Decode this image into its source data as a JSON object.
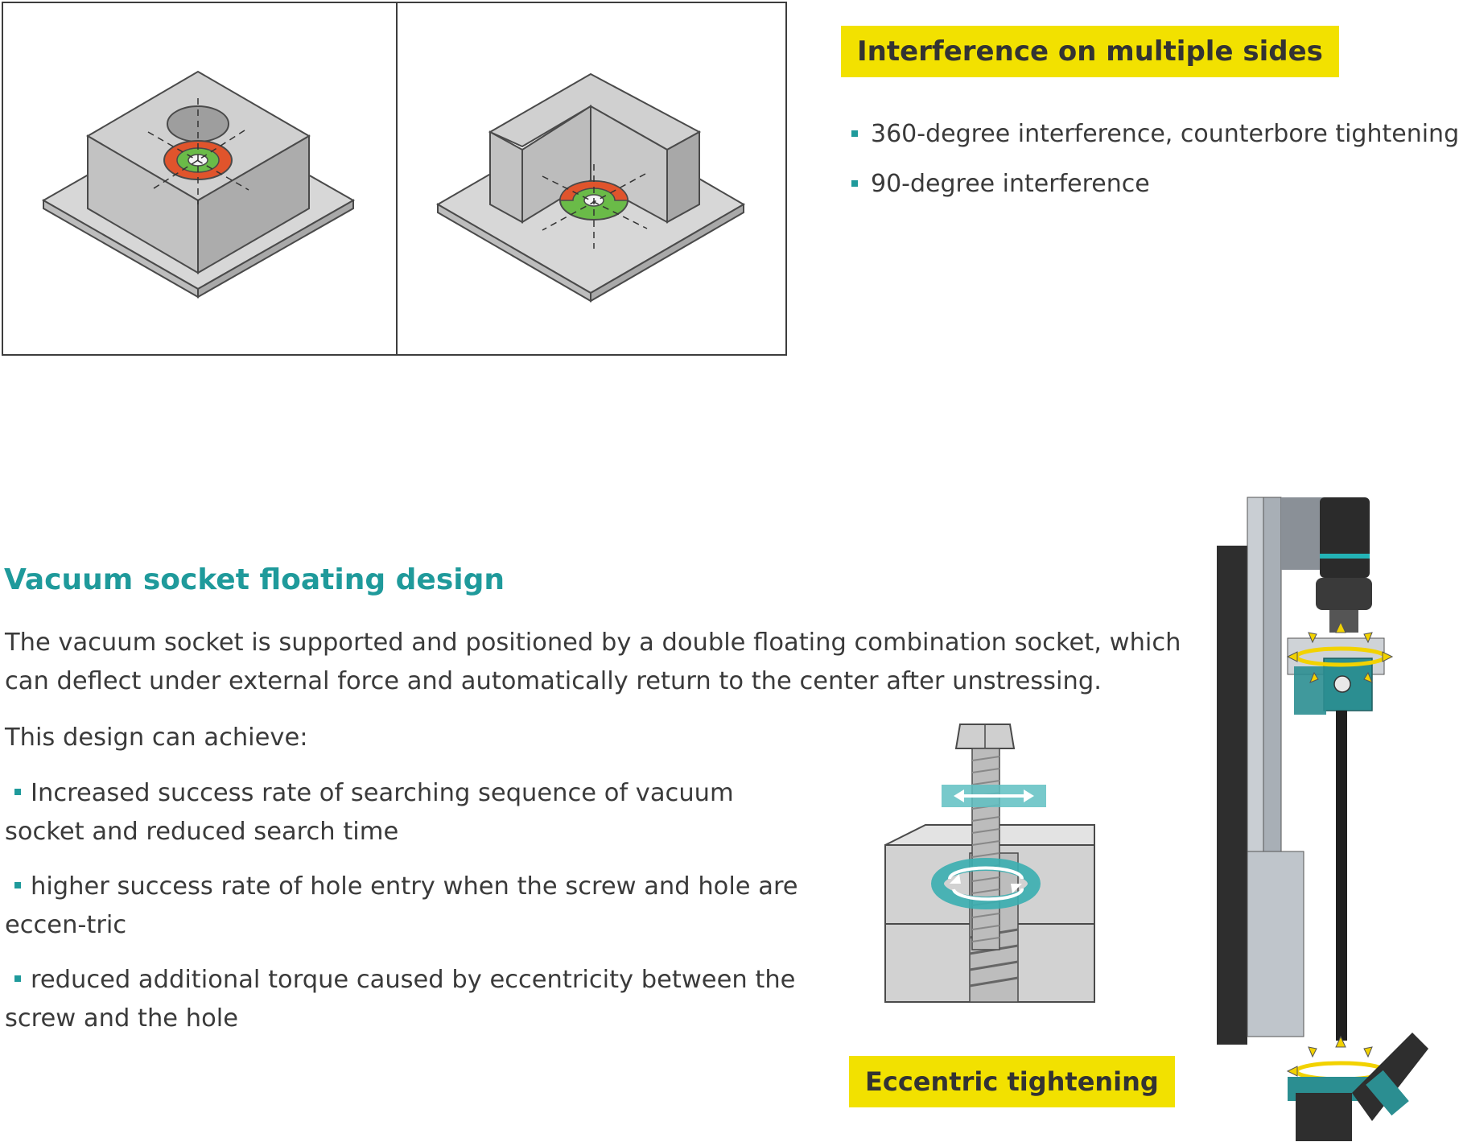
{
  "interference": {
    "heading": "Interference on multiple sides",
    "items": [
      "360-degree interference, counterbore tightening",
      "90-degree interference"
    ]
  },
  "floating": {
    "title": "Vacuum socket floating design",
    "paragraph": "The vacuum socket is supported and positioned by a double floating combination socket, which can deflect under external force and automatically return to the center after unstressing.",
    "intro": "This design can achieve:",
    "items": [
      "Increased success rate of searching sequence of vacuum socket and reduced search time",
      "higher success rate of hole entry when the screw and hole are eccen-tric",
      "reduced additional torque caused by eccentricity between the screw and the hole"
    ]
  },
  "eccentric": {
    "label": "Eccentric tightening"
  },
  "colors": {
    "accent": "#1f9a9b",
    "highlight": "#f2e100",
    "interference_red": "#e0542c",
    "clearance_green": "#6abb48"
  }
}
